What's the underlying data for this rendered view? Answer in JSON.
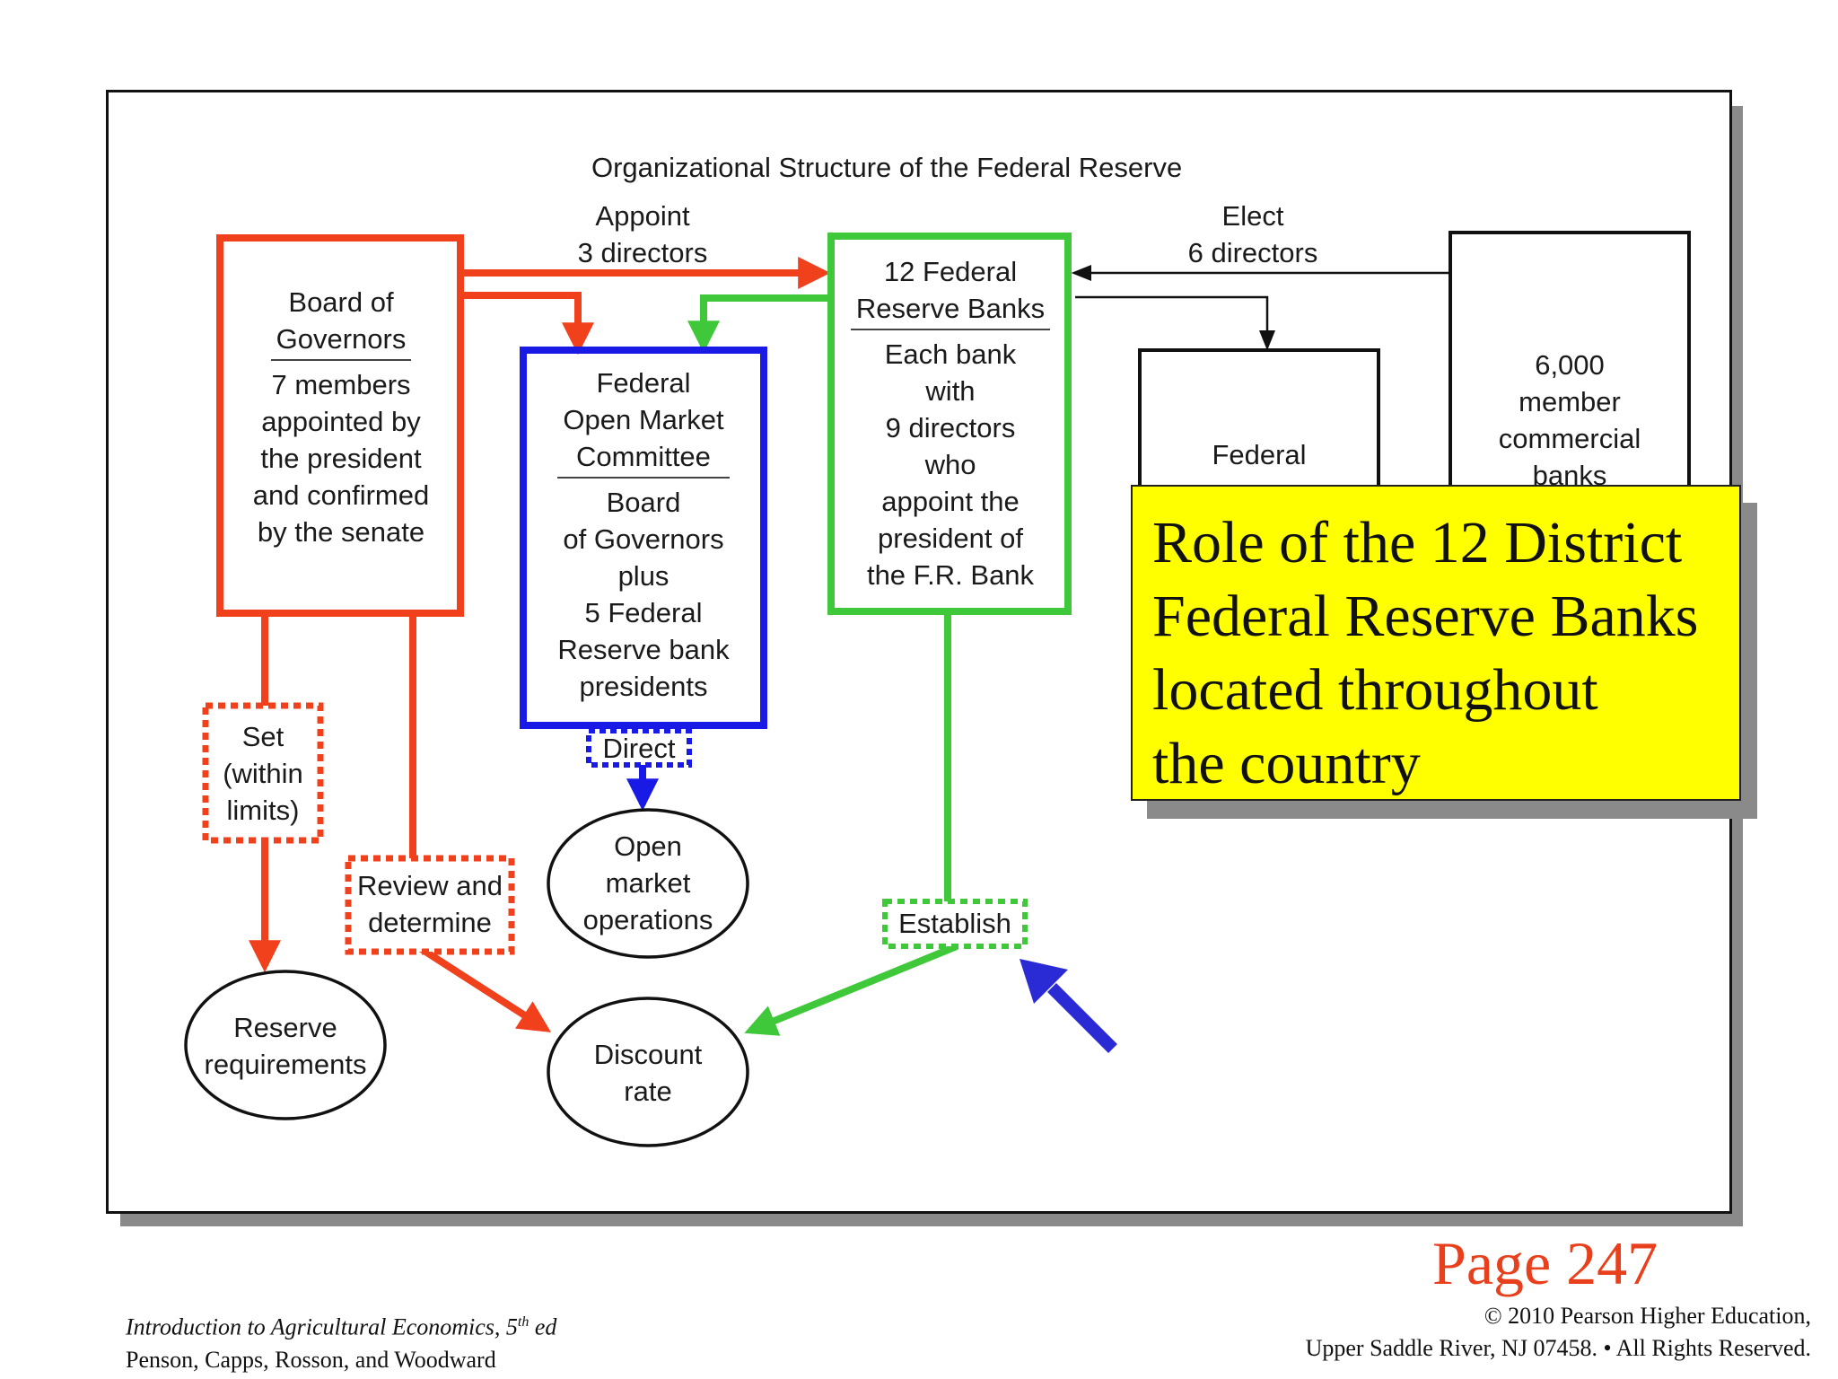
{
  "diagram": {
    "title": "Organizational Structure of the Federal Reserve",
    "edge_labels": {
      "appoint_line1": "Appoint",
      "appoint_line2": "3 directors",
      "elect_line1": "Elect",
      "elect_line2": "6 directors"
    },
    "board_of_governors": {
      "heading": [
        "Board of",
        "Governors"
      ],
      "body": [
        "7 members",
        "appointed by",
        "the president",
        "and confirmed",
        "by the senate"
      ]
    },
    "fomc": {
      "heading": [
        "Federal",
        "Open Market",
        "Committee"
      ],
      "body": [
        "Board",
        "of Governors",
        "plus",
        "5 Federal",
        "Reserve bank",
        "presidents"
      ]
    },
    "reserve_banks": {
      "heading": [
        "12 Federal",
        "Reserve Banks"
      ],
      "body": [
        "Each bank",
        "with",
        "9 directors",
        "who",
        "appoint the",
        "president of",
        "the F.R. Bank"
      ]
    },
    "federal_advisory": {
      "text": "Federal"
    },
    "member_banks": {
      "text": [
        "6,000",
        "member",
        "commercial",
        "banks"
      ]
    },
    "actions": {
      "set": [
        "Set",
        "(within",
        "limits)"
      ],
      "review": [
        "Review and",
        "determine"
      ],
      "direct": "Direct",
      "establish": "Establish"
    },
    "outcomes": {
      "reserve_requirements": [
        "Reserve",
        "requirements"
      ],
      "open_market_operations": [
        "Open",
        "market",
        "operations"
      ],
      "discount_rate": [
        "Discount",
        "rate"
      ]
    },
    "colors": {
      "board": "#f0401c",
      "fomc": "#1a1ae6",
      "reserve_banks": "#3ec83a",
      "pointer_arrow": "#2b2bd6"
    }
  },
  "callout": {
    "text": "Role of the 12 District\nFederal Reserve Banks\nlocated throughout\nthe country"
  },
  "page_ref": "Page 247",
  "footer": {
    "book_title": "Introduction to Agricultural Economics, 5",
    "edition_sup": "th",
    "edition_suffix": " ed",
    "authors": "Penson, Capps, Rosson, and Woodward",
    "copyright_line1": "© 2010 Pearson Higher Education,",
    "copyright_line2": "Upper Saddle River, NJ 07458. • All Rights Reserved."
  }
}
